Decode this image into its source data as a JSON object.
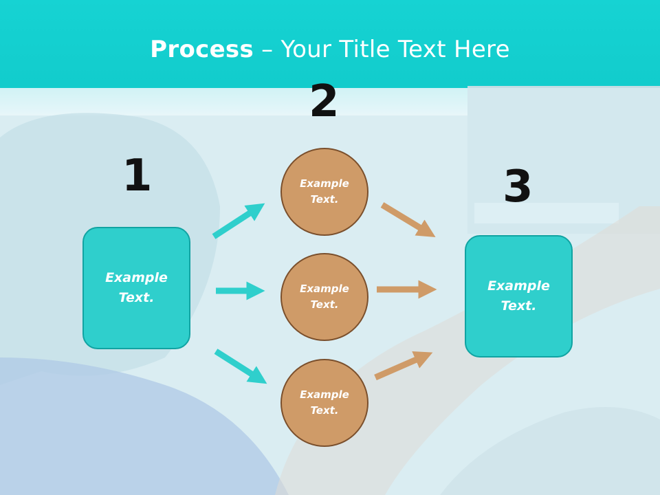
{
  "title": {
    "bold": "Process",
    "rest": " – Your Title Text Here"
  },
  "colors": {
    "accent": "#2fcfcc",
    "circle": "#cf9b68",
    "header": "#14d0d0"
  },
  "steps": {
    "one": "1",
    "two": "2",
    "three": "3"
  },
  "nodes": {
    "left_box": "Example Text.",
    "circle_top": "Example Text.",
    "circle_middle": "Example Text.",
    "circle_bottom": "Example Text.",
    "right_box": "Example Text."
  }
}
